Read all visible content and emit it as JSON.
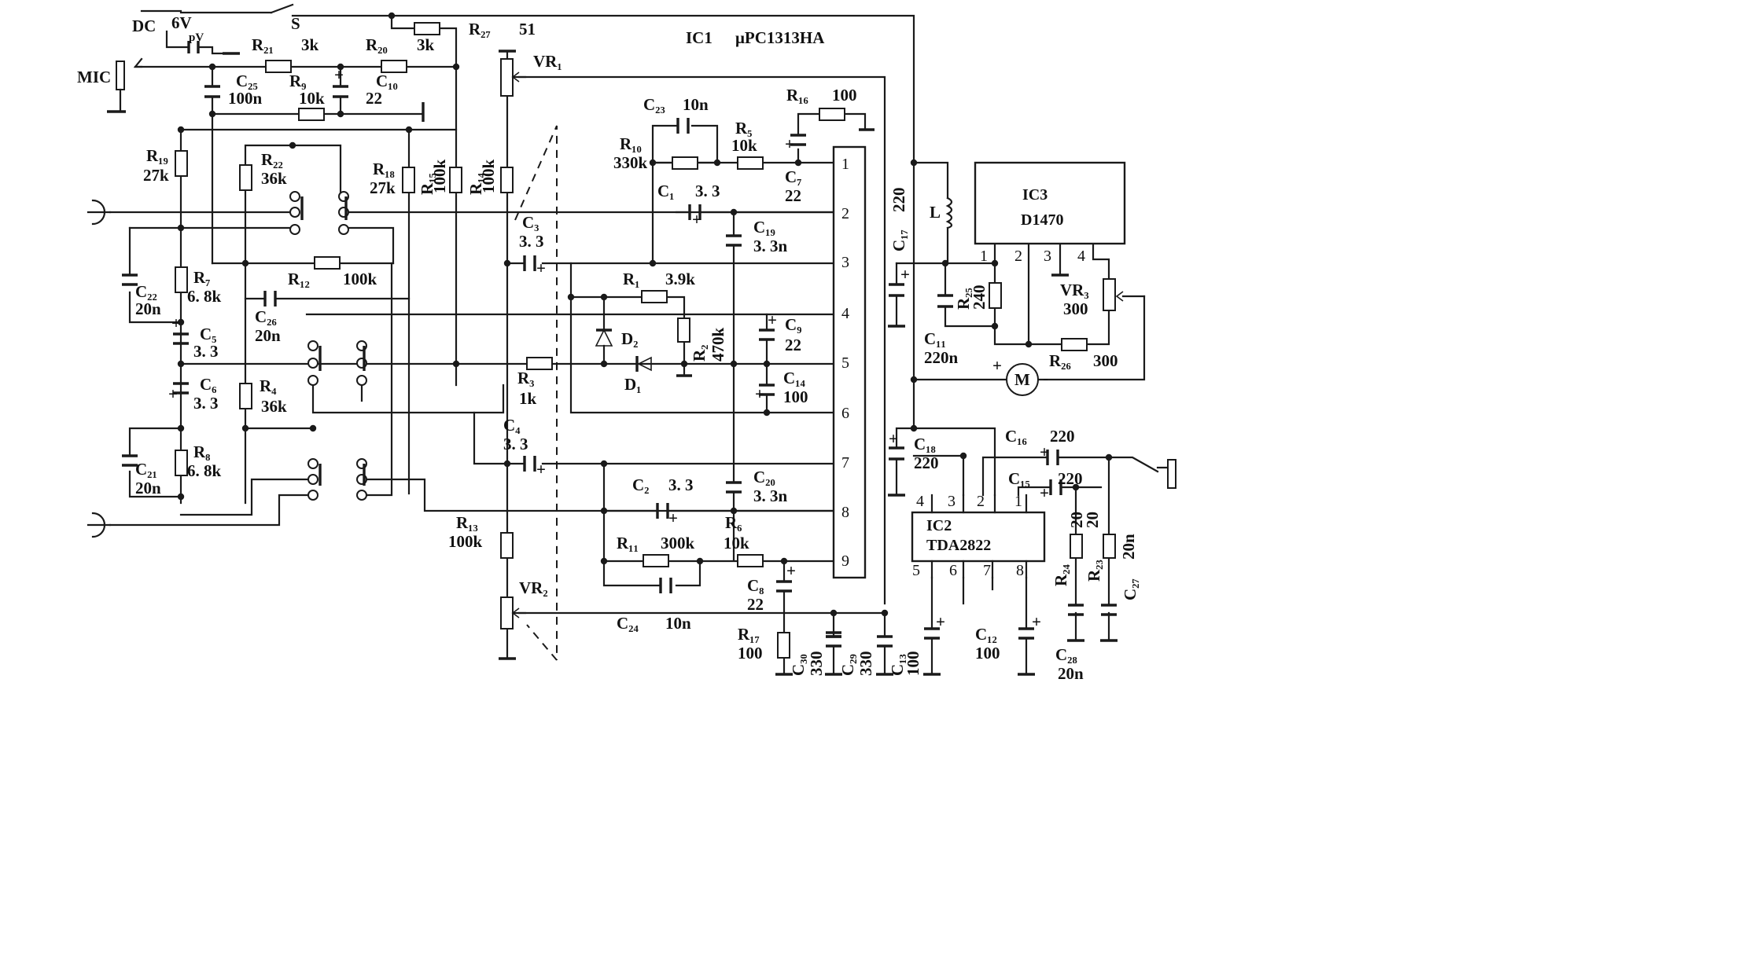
{
  "title": {
    "ic1": "IC1",
    "ic1_part": "μPC1313HA"
  },
  "power": {
    "dc": "DC",
    "volt": "6V",
    "switch": "S",
    "mic": "MIC",
    "pv": "pV"
  },
  "ic1_pins": [
    "1",
    "2",
    "3",
    "4",
    "5",
    "6",
    "7",
    "8",
    "9"
  ],
  "ic2": {
    "name": "IC2",
    "part": "TDA2822",
    "pins": [
      "4",
      "3",
      "2",
      "1",
      "5",
      "6",
      "7",
      "8"
    ]
  },
  "ic3": {
    "name": "IC3",
    "part": "D1470",
    "pins": [
      "1",
      "2",
      "3",
      "4"
    ]
  },
  "motor": {
    "label": "M",
    "plus": "+",
    "minus": "-"
  },
  "inductor": "L",
  "polarity": "+",
  "components": [
    {
      "id": "R21",
      "name": "R₂₁",
      "value": "3k"
    },
    {
      "id": "R20",
      "name": "R₂₀",
      "value": "3k"
    },
    {
      "id": "R27",
      "name": "R₂₇",
      "value": "51"
    },
    {
      "id": "VR1",
      "name": "VR₁",
      "value": ""
    },
    {
      "id": "C25",
      "name": "C₂₅",
      "value": "100n"
    },
    {
      "id": "R9",
      "name": "R₉",
      "value": "10k"
    },
    {
      "id": "C10",
      "name": "C₁₀",
      "value": "22"
    },
    {
      "id": "C23",
      "name": "C₂₃",
      "value": "10n"
    },
    {
      "id": "R16",
      "name": "R₁₆",
      "value": "100"
    },
    {
      "id": "R10",
      "name": "R₁₀",
      "value": "330k"
    },
    {
      "id": "R5",
      "name": "R₅",
      "value": "10k"
    },
    {
      "id": "C7",
      "name": "C₇",
      "value": "22"
    },
    {
      "id": "R19",
      "name": "R₁₉",
      "value": "27k"
    },
    {
      "id": "R22",
      "name": "R₂₂",
      "value": "36k"
    },
    {
      "id": "R18",
      "name": "R₁₈",
      "value": "27k"
    },
    {
      "id": "R15",
      "name": "R₁₅",
      "value": "100k"
    },
    {
      "id": "R14",
      "name": "R₁₄",
      "value": "100k"
    },
    {
      "id": "C1",
      "name": "C₁",
      "value": "3. 3"
    },
    {
      "id": "C3",
      "name": "C₃",
      "value": "3. 3"
    },
    {
      "id": "C19",
      "name": "C₁₉",
      "value": "3. 3n"
    },
    {
      "id": "C17",
      "name": "C₁₇",
      "value": "220"
    },
    {
      "id": "C22",
      "name": "C₂₂",
      "value": "20n"
    },
    {
      "id": "R7",
      "name": "R₇",
      "value": "6. 8k"
    },
    {
      "id": "R12",
      "name": "R₁₂",
      "value": "100k"
    },
    {
      "id": "R1",
      "name": "R₁",
      "value": "3.9k"
    },
    {
      "id": "R25",
      "name": "R₂₅",
      "value": "240"
    },
    {
      "id": "VR3",
      "name": "VR₃",
      "value": "300"
    },
    {
      "id": "C26",
      "name": "C₂₆",
      "value": "20n"
    },
    {
      "id": "C5",
      "name": "C₅",
      "value": "3. 3"
    },
    {
      "id": "D2",
      "name": "D₂",
      "value": ""
    },
    {
      "id": "R2",
      "name": "R₂",
      "value": "470k"
    },
    {
      "id": "C9",
      "name": "C₉",
      "value": "22"
    },
    {
      "id": "C11",
      "name": "C₁₁",
      "value": "220n"
    },
    {
      "id": "R26",
      "name": "R₂₆",
      "value": "300"
    },
    {
      "id": "C6",
      "name": "C₆",
      "value": "3. 3"
    },
    {
      "id": "R3",
      "name": "R₃",
      "value": "1k"
    },
    {
      "id": "D1",
      "name": "D₁",
      "value": ""
    },
    {
      "id": "C14",
      "name": "C₁₄",
      "value": "100"
    },
    {
      "id": "R4",
      "name": "R₄",
      "value": "36k"
    },
    {
      "id": "C4",
      "name": "C₄",
      "value": "3. 3"
    },
    {
      "id": "C18",
      "name": "C₁₈",
      "value": "220"
    },
    {
      "id": "C16",
      "name": "C₁₆",
      "value": "220"
    },
    {
      "id": "C15",
      "name": "C₁₅",
      "value": "220"
    },
    {
      "id": "C21",
      "name": "C₂₁",
      "value": "20n"
    },
    {
      "id": "R8",
      "name": "R₈",
      "value": "6. 8k"
    },
    {
      "id": "C2",
      "name": "C₂",
      "value": "3. 3"
    },
    {
      "id": "C20",
      "name": "C₂₀",
      "value": "3. 3n"
    },
    {
      "id": "R13",
      "name": "R₁₃",
      "value": "100k"
    },
    {
      "id": "R11",
      "name": "R₁₁",
      "value": "300k"
    },
    {
      "id": "R6",
      "name": "R₆",
      "value": "10k"
    },
    {
      "id": "R24",
      "name": "R₂₄",
      "value": "20"
    },
    {
      "id": "R23",
      "name": "R₂₃",
      "value": "20"
    },
    {
      "id": "C27",
      "name": "C₂₇",
      "value": "20n"
    },
    {
      "id": "VR2",
      "name": "VR₂",
      "value": ""
    },
    {
      "id": "C8",
      "name": "C₈",
      "value": "22"
    },
    {
      "id": "C24",
      "name": "C₂₄",
      "value": "10n"
    },
    {
      "id": "R17",
      "name": "R₁₇",
      "value": "100"
    },
    {
      "id": "C30",
      "name": "C₃₀",
      "value": "330"
    },
    {
      "id": "C29",
      "name": "C₂₉",
      "value": "330"
    },
    {
      "id": "C13",
      "name": "C₁₃",
      "value": "100"
    },
    {
      "id": "C12",
      "name": "C₁₂",
      "value": "100"
    },
    {
      "id": "C28",
      "name": "C₂₈",
      "value": "20n"
    }
  ]
}
